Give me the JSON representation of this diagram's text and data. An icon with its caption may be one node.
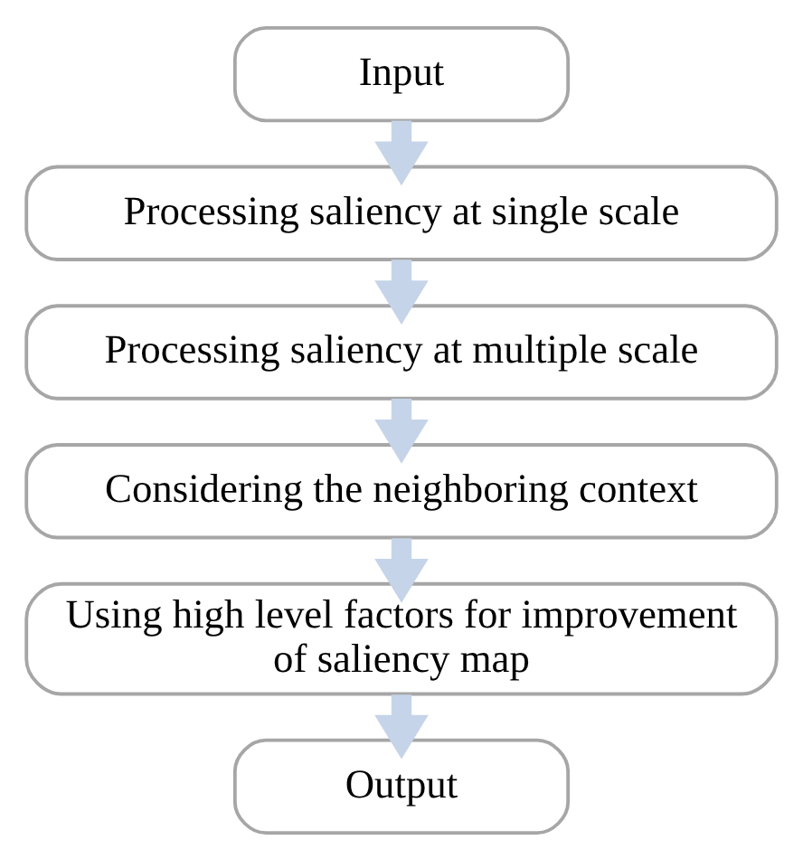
{
  "diagram": {
    "nodes": [
      {
        "text": [
          "Input"
        ]
      },
      {
        "text": [
          "Processing saliency at single scale"
        ]
      },
      {
        "text": [
          "Processing saliency at multiple scale"
        ]
      },
      {
        "text": [
          "Considering the neighboring context"
        ]
      },
      {
        "text": [
          "Using high level factors for improvement of saliency map"
        ]
      },
      {
        "text": [
          "Output"
        ]
      }
    ],
    "edges": [
      {
        "from": 0,
        "to": 1,
        "arrow": "to"
      },
      {
        "from": 1,
        "to": 2,
        "arrow": "to"
      },
      {
        "from": 2,
        "to": 3,
        "arrow": "to"
      },
      {
        "from": 3,
        "to": 4,
        "arrow": "to"
      },
      {
        "from": 4,
        "to": 5,
        "arrow": "to"
      }
    ]
  }
}
